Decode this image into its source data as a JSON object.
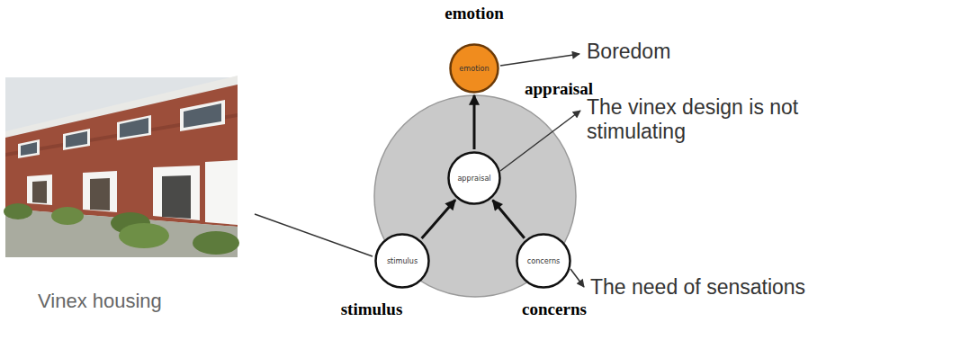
{
  "diagram": {
    "nodes": [
      {
        "text": [
          "emotion",
          "emotion"
        ]
      },
      {
        "text": [
          "appraisal"
        ]
      },
      {
        "text": [
          "stimulus",
          "stimulus"
        ]
      },
      {
        "text": [
          "concerns",
          "concerns"
        ]
      }
    ],
    "edges": [
      {
        "from": 2,
        "to": 1,
        "arrow": "to"
      },
      {
        "from": 3,
        "to": 1,
        "arrow": "to"
      },
      {
        "from": 1,
        "to": 0,
        "arrow": "to"
      }
    ],
    "labels": [
      "appraisal",
      "Boredom",
      "The vinex design is not stimulating",
      "The need of sensations",
      "Vinex housing"
    ]
  }
}
